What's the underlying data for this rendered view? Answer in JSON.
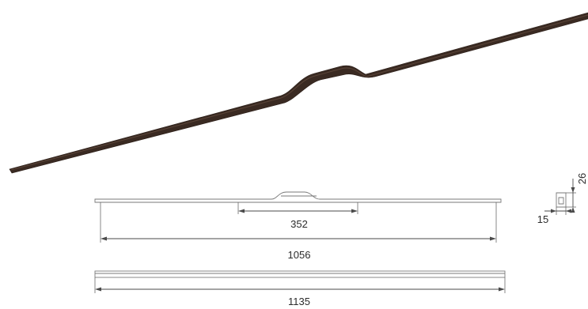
{
  "product": {
    "color": "#3a2a22",
    "outline_color": "#7a7a7a",
    "dimension_color": "#4a4a4a"
  },
  "dimensions": {
    "grip_width": "352",
    "hole_spacing": "1056",
    "overall_length": "1135",
    "height": "26",
    "depth": "15"
  }
}
